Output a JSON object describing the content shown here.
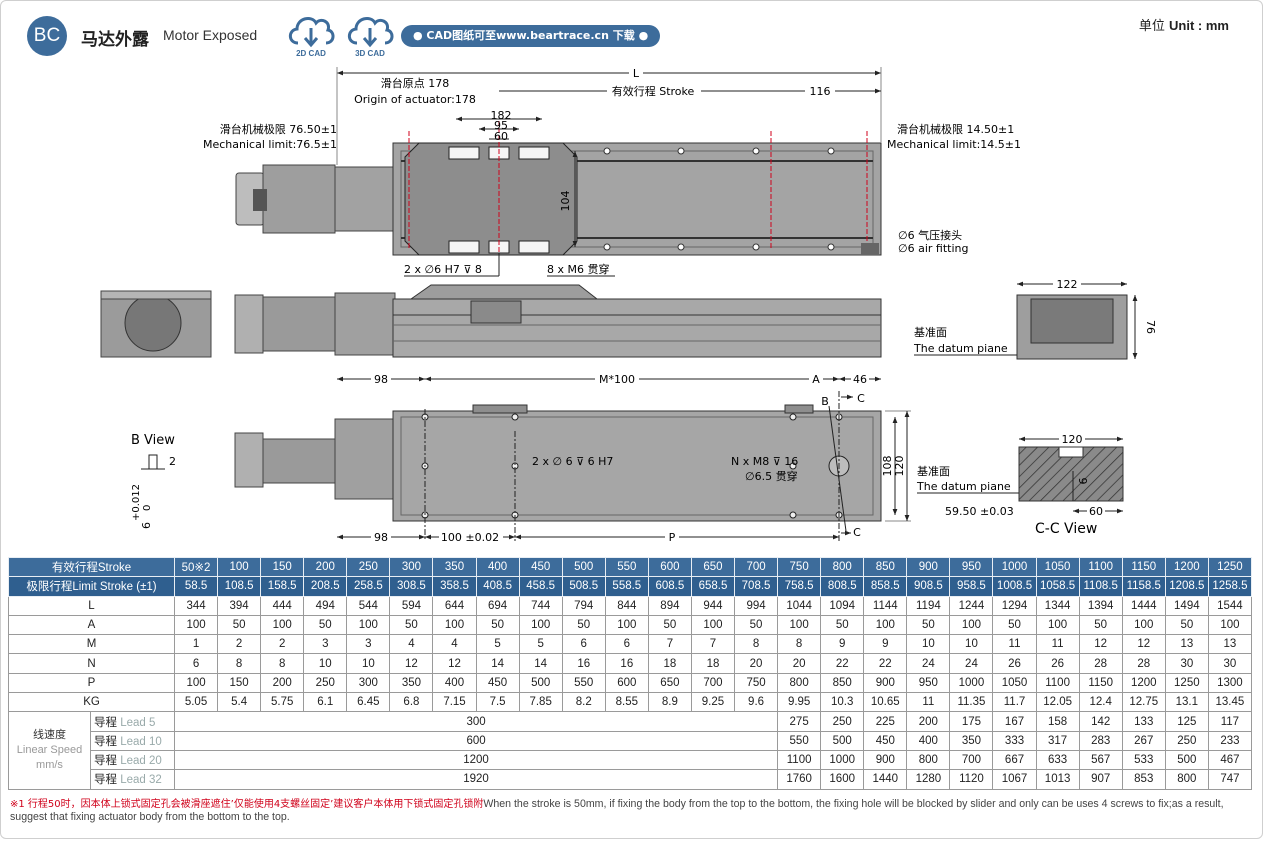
{
  "header": {
    "badge": "BC",
    "title_cn": "马达外露",
    "title_en": "Motor Exposed",
    "cad_2d": "2D CAD",
    "cad_3d": "3D CAD",
    "cad_link": "● CAD图纸可至www.beartrace.cn 下载 ●",
    "unit_cn": "单位",
    "unit_en": "Unit : mm"
  },
  "drawing": {
    "top": {
      "L": "L",
      "origin_cn": "滑台原点 178",
      "origin_en": "Origin of actuator:178",
      "stroke_cn": "有效行程 Stroke",
      "d116": "116",
      "d182": "182",
      "d95": "95",
      "d60": "60",
      "d104": "104",
      "mech_left_cn": "滑台机械极限 76.50±1",
      "mech_left_en": "Mechanical limit:76.5±1",
      "mech_right_cn": "滑台机械极限 14.50±1",
      "mech_right_en": "Mechanical limit:14.5±1",
      "air_cn": "∅6 气压接头",
      "air_en": "∅6 air fitting",
      "holes_left": "2 x ∅6 H7 ⊽ 8",
      "holes_right": "8 x M6 贯穿"
    },
    "side": {
      "d122": "122",
      "d76": "76",
      "datum_cn": "基准面",
      "datum_en": "The datum piane"
    },
    "bottom": {
      "d98_top": "98",
      "M100": "M*100",
      "A": "A",
      "d46": "46",
      "B": "B",
      "C_top": "C",
      "C_bot": "C",
      "d108": "108",
      "d120": "120",
      "pin_holes": "2 x ∅ 6 ⊽ 6 H7",
      "nm8_1": "N x M8 ⊽ 16",
      "nm8_2": "∅6.5 贯穿",
      "d98_bot": "98",
      "d100": "100 ±0.02",
      "P": "P",
      "b_view": "B View",
      "b_2": "2",
      "b_tol": "+0.012",
      "b_0": "0",
      "b_6": "6"
    },
    "cc": {
      "d120": "120",
      "d6": "6",
      "datum_cn": "基准面",
      "datum_en": "The datum piane",
      "d5950": "59.50 ±0.03",
      "d60": "60",
      "title": "C-C View"
    }
  },
  "table": {
    "stroke_label": "有效行程Stroke",
    "strokes": [
      "50※2",
      "100",
      "150",
      "200",
      "250",
      "300",
      "350",
      "400",
      "450",
      "500",
      "550",
      "600",
      "650",
      "700",
      "750",
      "800",
      "850",
      "900",
      "950",
      "1000",
      "1050",
      "1100",
      "1150",
      "1200",
      "1250"
    ],
    "limit_label": "极限行程Limit Stroke (±1)",
    "limits": [
      "58.5",
      "108.5",
      "158.5",
      "208.5",
      "258.5",
      "308.5",
      "358.5",
      "408.5",
      "458.5",
      "508.5",
      "558.5",
      "608.5",
      "658.5",
      "708.5",
      "758.5",
      "808.5",
      "858.5",
      "908.5",
      "958.5",
      "1008.5",
      "1058.5",
      "1108.5",
      "1158.5",
      "1208.5",
      "1258.5"
    ],
    "rows": [
      {
        "label": "L",
        "values": [
          "344",
          "394",
          "444",
          "494",
          "544",
          "594",
          "644",
          "694",
          "744",
          "794",
          "844",
          "894",
          "944",
          "994",
          "1044",
          "1094",
          "1144",
          "1194",
          "1244",
          "1294",
          "1344",
          "1394",
          "1444",
          "1494",
          "1544"
        ]
      },
      {
        "label": "A",
        "values": [
          "100",
          "50",
          "100",
          "50",
          "100",
          "50",
          "100",
          "50",
          "100",
          "50",
          "100",
          "50",
          "100",
          "50",
          "100",
          "50",
          "100",
          "50",
          "100",
          "50",
          "100",
          "50",
          "100",
          "50",
          "100"
        ]
      },
      {
        "label": "M",
        "values": [
          "1",
          "2",
          "2",
          "3",
          "3",
          "4",
          "4",
          "5",
          "5",
          "6",
          "6",
          "7",
          "7",
          "8",
          "8",
          "9",
          "9",
          "10",
          "10",
          "11",
          "11",
          "12",
          "12",
          "13",
          "13"
        ]
      },
      {
        "label": "N",
        "values": [
          "6",
          "8",
          "8",
          "10",
          "10",
          "12",
          "12",
          "14",
          "14",
          "16",
          "16",
          "18",
          "18",
          "20",
          "20",
          "22",
          "22",
          "24",
          "24",
          "26",
          "26",
          "28",
          "28",
          "30",
          "30"
        ]
      },
      {
        "label": "P",
        "values": [
          "100",
          "150",
          "200",
          "250",
          "300",
          "350",
          "400",
          "450",
          "500",
          "550",
          "600",
          "650",
          "700",
          "750",
          "800",
          "850",
          "900",
          "950",
          "1000",
          "1050",
          "1100",
          "1150",
          "1200",
          "1250",
          "1300"
        ]
      },
      {
        "label": "KG",
        "values": [
          "5.05",
          "5.4",
          "5.75",
          "6.1",
          "6.45",
          "6.8",
          "7.15",
          "7.5",
          "7.85",
          "8.2",
          "8.55",
          "8.9",
          "9.25",
          "9.6",
          "9.95",
          "10.3",
          "10.65",
          "11",
          "11.35",
          "11.7",
          "12.05",
          "12.4",
          "12.75",
          "13.1",
          "13.45"
        ]
      }
    ],
    "speed_group_cn": "线速度",
    "speed_group_en": "Linear Speed mm/s",
    "speed_rows": [
      {
        "lead_cn": "导程",
        "lead_en": "Lead 5",
        "merged": "300",
        "values": [
          "275",
          "250",
          "225",
          "200",
          "175",
          "167",
          "158",
          "142",
          "133",
          "125",
          "117"
        ]
      },
      {
        "lead_cn": "导程",
        "lead_en": "Lead 10",
        "merged": "600",
        "values": [
          "550",
          "500",
          "450",
          "400",
          "350",
          "333",
          "317",
          "283",
          "267",
          "250",
          "233"
        ]
      },
      {
        "lead_cn": "导程",
        "lead_en": "Lead 20",
        "merged": "1200",
        "values": [
          "1100",
          "1000",
          "900",
          "800",
          "700",
          "667",
          "633",
          "567",
          "533",
          "500",
          "467"
        ]
      },
      {
        "lead_cn": "导程",
        "lead_en": "Lead 32",
        "merged": "1920",
        "values": [
          "1760",
          "1600",
          "1440",
          "1280",
          "1120",
          "1067",
          "1013",
          "907",
          "853",
          "800",
          "747"
        ]
      }
    ]
  },
  "footnote": {
    "cn": "※1 行程50时，因本体上锁式固定孔会被滑座遮住’仅能使用4支螺丝固定’建议客户本体用下锁式固定孔锁附",
    "en": "When the stroke is 50mm, if fixing the body from the top to the bottom, the fixing hole will be blocked by slider and only can be uses 4 screws to fix;as a result, suggest that fixing actuator body from the bottom to the top."
  }
}
